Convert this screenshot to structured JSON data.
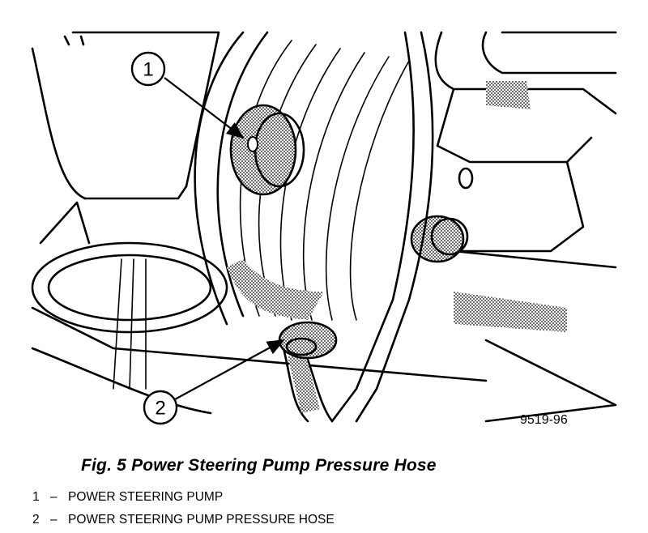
{
  "figure": {
    "callouts": [
      {
        "number": "1"
      },
      {
        "number": "2"
      }
    ],
    "reference_code": "9519-96"
  },
  "caption": "Fig. 5 Power Steering Pump Pressure Hose",
  "legend": [
    {
      "number": "1",
      "dash": "–",
      "label": "POWER STEERING PUMP"
    },
    {
      "number": "2",
      "dash": "–",
      "label": "POWER STEERING PUMP PRESSURE HOSE"
    }
  ]
}
